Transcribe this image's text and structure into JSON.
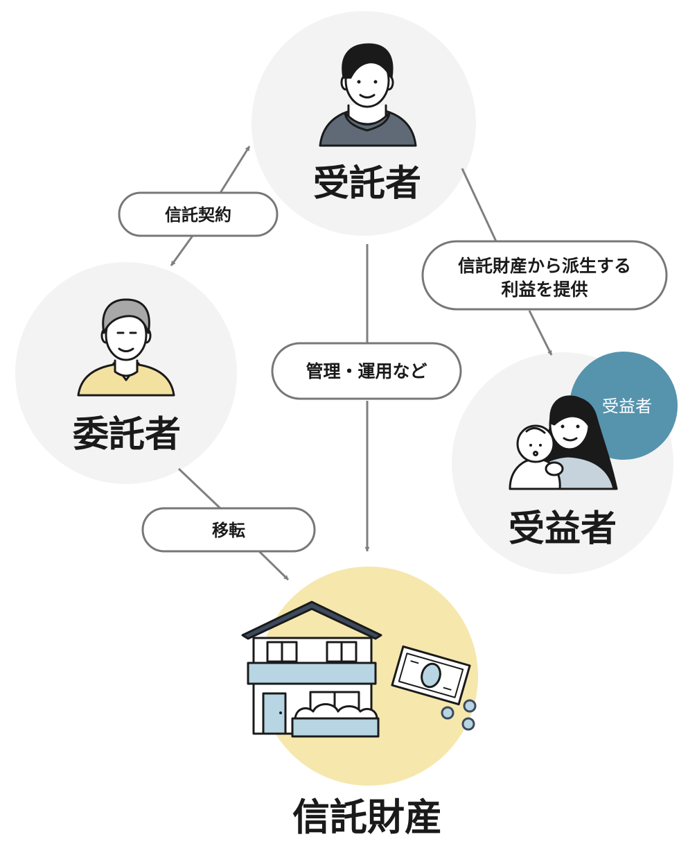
{
  "nodes": {
    "trustee": {
      "label": "受託者"
    },
    "settlor": {
      "label": "委託者"
    },
    "beneficiary": {
      "label": "受益者",
      "badge": "受益者"
    },
    "property": {
      "label": "信託財産"
    }
  },
  "edges": {
    "contract": {
      "label": "信託契約"
    },
    "management": {
      "label": "管理・運用など"
    },
    "benefit": {
      "line1": "信託財産から派生する",
      "line2": "利益を提供"
    },
    "transfer": {
      "label": "移転"
    }
  },
  "colors": {
    "circle": "#f3f3f3",
    "property_circle": "#f6e7ad",
    "badge": "#5693ad",
    "arrow": "#7f7f7f",
    "pill_border": "#777777",
    "navy": "#3d4a5c",
    "sky": "#b7d5e3"
  },
  "icons": [
    "young-man-icon",
    "elderly-man-icon",
    "mother-child-icon",
    "house-icon",
    "banknote-icon",
    "coins-icon"
  ]
}
